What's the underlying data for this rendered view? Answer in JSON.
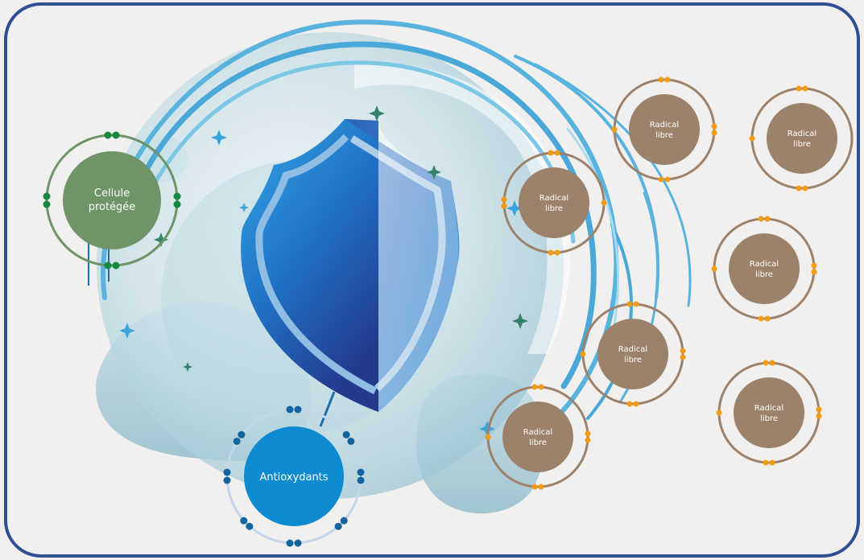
{
  "labels": {
    "protected_cell": [
      "Cellule",
      "protégée"
    ],
    "antioxidants": "Antioxydants",
    "free_radical": [
      "Radical",
      "libre"
    ]
  },
  "colors": {
    "background": "#f1f0ee",
    "frame": "#2e4f94",
    "cell_fill": "#6e9468",
    "cell_ring": "#6e9468",
    "cell_electron": "#16893f",
    "antioxidant_fill": "#0e8bd0",
    "antioxidant_ring": "#c3d6ea",
    "antioxidant_electron": "#14649f",
    "radical_fill": "#9c826b",
    "radical_ring": "#9c826b",
    "radical_electron": "#f39c12",
    "shield_light": "#2ea2e6",
    "shield_dark": "#22398c",
    "shield_rim": "#aecde7",
    "arc": "#58b3df",
    "sparkle_blue": "#3aa4dd",
    "sparkle_green": "#33826a"
  },
  "icons": {
    "shield": "shield-icon",
    "sparkle": "sparkle-icon"
  }
}
